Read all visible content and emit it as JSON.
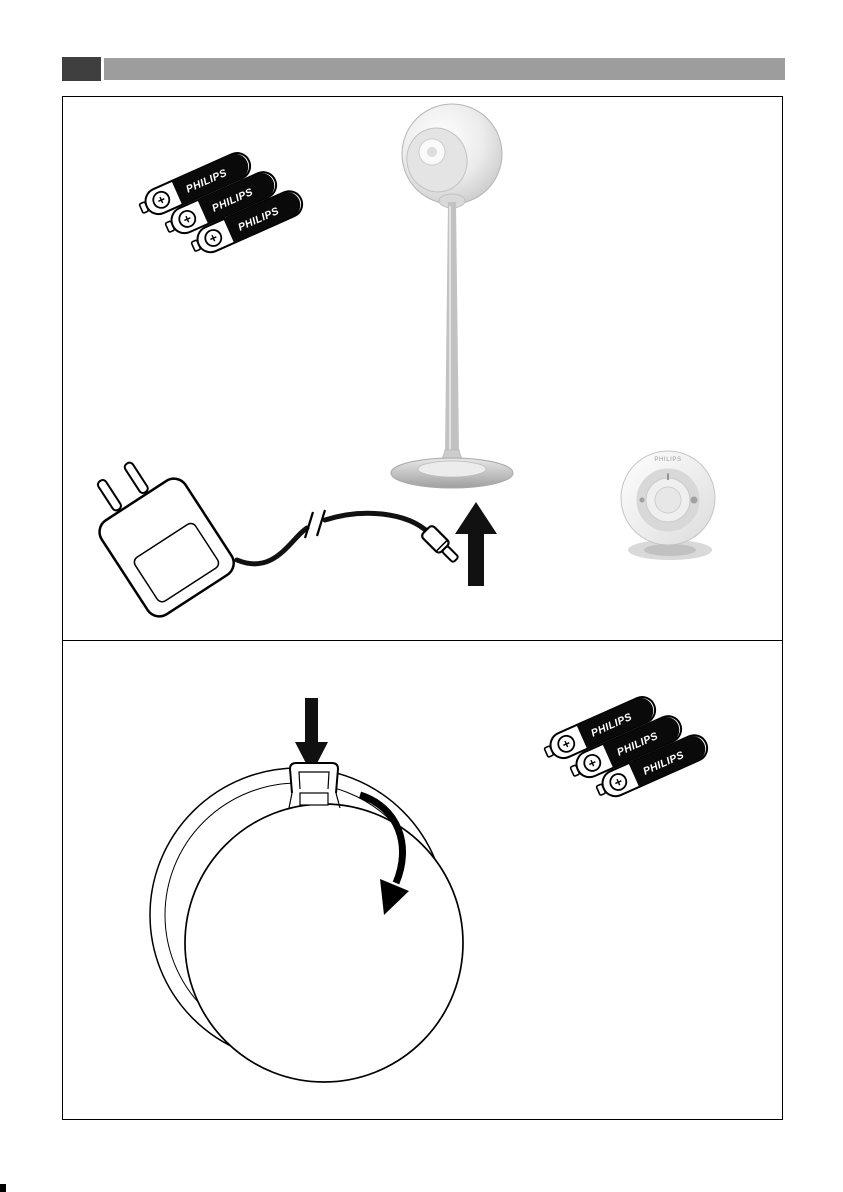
{
  "document": {
    "kind": "lamp instruction manual page",
    "sections": [
      "unpacking-and-connection",
      "remote-battery-cover-opening"
    ]
  },
  "labels": {
    "philips": "PHILIPS",
    "plus": "+",
    "power": "I"
  },
  "colors": {
    "page_bg": "#ffffff",
    "header_tab": "#3f3f3f",
    "header_bar": "#9d9d9d",
    "frame_border": "#000000",
    "battery_band": "#0a0a0a",
    "arrow": "#111111"
  }
}
